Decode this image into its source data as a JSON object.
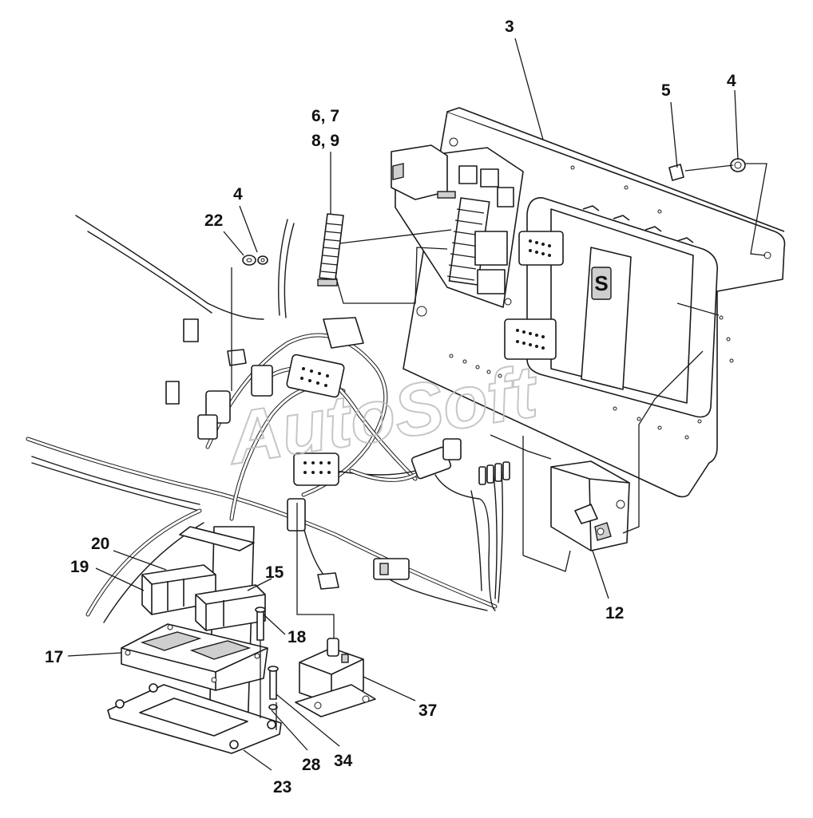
{
  "watermark": "AutoSoft",
  "callouts": {
    "c3": "3",
    "c4a": "4",
    "c5": "5",
    "c6789a": "6, 7",
    "c6789b": "8, 9",
    "c4b": "4",
    "c22": "22",
    "c20": "20",
    "c19": "19",
    "c15": "15",
    "c18": "18",
    "c17": "17",
    "c12": "12",
    "c37": "37",
    "c28": "28",
    "c34": "34",
    "c23": "23"
  },
  "logo_glyph": "S",
  "colors": {
    "line": "#1a1a1a",
    "background": "#ffffff",
    "watermark": "#bdbdbd"
  }
}
